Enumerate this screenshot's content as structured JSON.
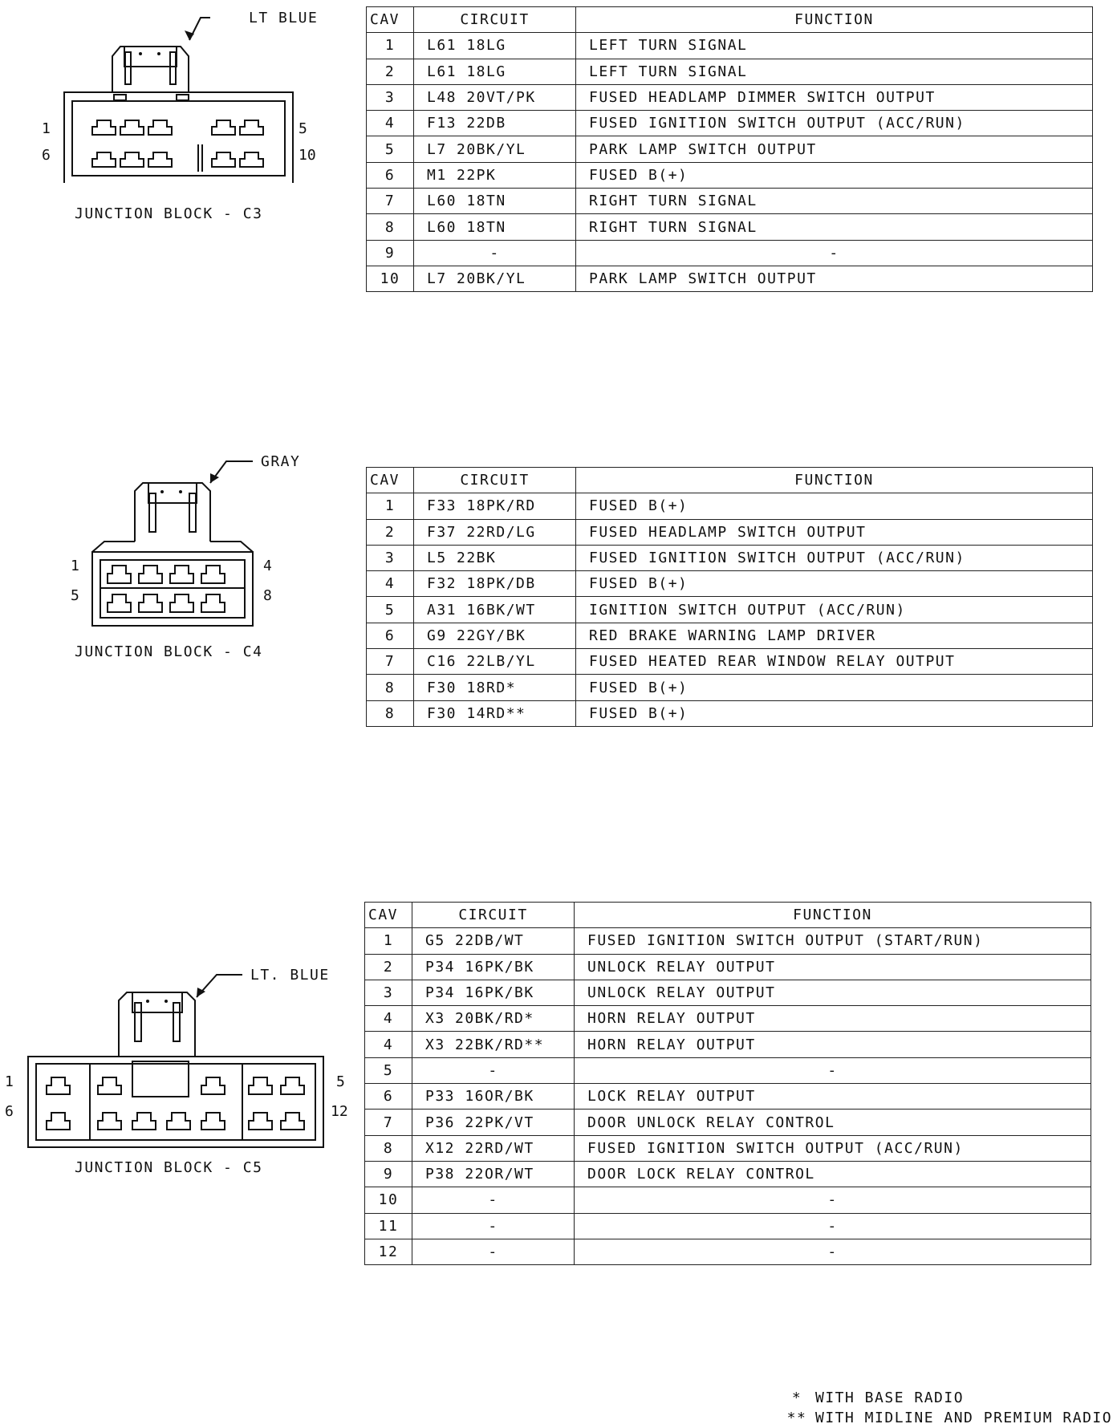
{
  "footnotes": [
    {
      "mark": "*",
      "text": "WITH BASE RADIO"
    },
    {
      "mark": "**",
      "text": "WITH MIDLINE AND PREMIUM RADIO"
    }
  ],
  "connectors": [
    {
      "title": "JUNCTION BLOCK - C3",
      "color": "LT BLUE",
      "pin_labels": {
        "top_left": "1",
        "bottom_left": "6",
        "top_right": "5",
        "bottom_right": "10"
      },
      "table": {
        "headers": [
          "CAV",
          "CIRCUIT",
          "FUNCTION"
        ],
        "rows": [
          {
            "cav": "1",
            "circuit": "L61 18LG",
            "function": "LEFT TURN SIGNAL"
          },
          {
            "cav": "2",
            "circuit": "L61 18LG",
            "function": "LEFT TURN SIGNAL"
          },
          {
            "cav": "3",
            "circuit": "L48 20VT/PK",
            "function": "FUSED HEADLAMP DIMMER SWITCH OUTPUT"
          },
          {
            "cav": "4",
            "circuit": "F13 22DB",
            "function": "FUSED IGNITION SWITCH OUTPUT (ACC/RUN)"
          },
          {
            "cav": "5",
            "circuit": "L7 20BK/YL",
            "function": "PARK LAMP SWITCH OUTPUT"
          },
          {
            "cav": "6",
            "circuit": "M1 22PK",
            "function": "FUSED B(+)"
          },
          {
            "cav": "7",
            "circuit": "L60 18TN",
            "function": "RIGHT TURN SIGNAL"
          },
          {
            "cav": "8",
            "circuit": "L60 18TN",
            "function": "RIGHT TURN SIGNAL"
          },
          {
            "cav": "9",
            "circuit": "-",
            "function": "-"
          },
          {
            "cav": "10",
            "circuit": "L7 20BK/YL",
            "function": "PARK LAMP SWITCH OUTPUT"
          }
        ]
      }
    },
    {
      "title": "JUNCTION BLOCK - C4",
      "color": "GRAY",
      "pin_labels": {
        "top_left": "1",
        "bottom_left": "5",
        "top_right": "4",
        "bottom_right": "8"
      },
      "table": {
        "headers": [
          "CAV",
          "CIRCUIT",
          "FUNCTION"
        ],
        "rows": [
          {
            "cav": "1",
            "circuit": "F33 18PK/RD",
            "function": "FUSED B(+)"
          },
          {
            "cav": "2",
            "circuit": "F37 22RD/LG",
            "function": "FUSED HEADLAMP SWITCH OUTPUT"
          },
          {
            "cav": "3",
            "circuit": "L5 22BK",
            "function": "FUSED IGNITION SWITCH OUTPUT (ACC/RUN)"
          },
          {
            "cav": "4",
            "circuit": "F32 18PK/DB",
            "function": "FUSED B(+)"
          },
          {
            "cav": "5",
            "circuit": "A31 16BK/WT",
            "function": "IGNITION SWITCH OUTPUT (ACC/RUN)"
          },
          {
            "cav": "6",
            "circuit": "G9 22GY/BK",
            "function": "RED BRAKE WARNING LAMP DRIVER"
          },
          {
            "cav": "7",
            "circuit": "C16 22LB/YL",
            "function": "FUSED HEATED REAR WINDOW RELAY OUTPUT"
          },
          {
            "cav": "8",
            "circuit": "F30 18RD*",
            "function": "FUSED B(+)"
          },
          {
            "cav": "8",
            "circuit": "F30 14RD**",
            "function": "FUSED B(+)"
          }
        ]
      }
    },
    {
      "title": "JUNCTION BLOCK - C5",
      "color": "LT. BLUE",
      "pin_labels": {
        "top_left": "1",
        "bottom_left": "6",
        "top_right": "5",
        "bottom_right": "12"
      },
      "table": {
        "headers": [
          "CAV",
          "CIRCUIT",
          "FUNCTION"
        ],
        "rows": [
          {
            "cav": "1",
            "circuit": "G5 22DB/WT",
            "function": "FUSED IGNITION SWITCH OUTPUT (START/RUN)"
          },
          {
            "cav": "2",
            "circuit": "P34 16PK/BK",
            "function": "UNLOCK RELAY OUTPUT"
          },
          {
            "cav": "3",
            "circuit": "P34 16PK/BK",
            "function": "UNLOCK RELAY OUTPUT"
          },
          {
            "cav": "4",
            "circuit": "X3 20BK/RD*",
            "function": "HORN RELAY OUTPUT"
          },
          {
            "cav": "4",
            "circuit": "X3 22BK/RD**",
            "function": "HORN RELAY OUTPUT"
          },
          {
            "cav": "5",
            "circuit": "-",
            "function": "-"
          },
          {
            "cav": "6",
            "circuit": "P33 16OR/BK",
            "function": "LOCK RELAY OUTPUT"
          },
          {
            "cav": "7",
            "circuit": "P36 22PK/VT",
            "function": "DOOR UNLOCK RELAY CONTROL"
          },
          {
            "cav": "8",
            "circuit": "X12 22RD/WT",
            "function": "FUSED IGNITION SWITCH OUTPUT (ACC/RUN)"
          },
          {
            "cav": "9",
            "circuit": "P38 22OR/WT",
            "function": "DOOR LOCK RELAY CONTROL"
          },
          {
            "cav": "10",
            "circuit": "-",
            "function": "-"
          },
          {
            "cav": "11",
            "circuit": "-",
            "function": "-"
          },
          {
            "cav": "12",
            "circuit": "-",
            "function": "-"
          }
        ]
      }
    }
  ]
}
